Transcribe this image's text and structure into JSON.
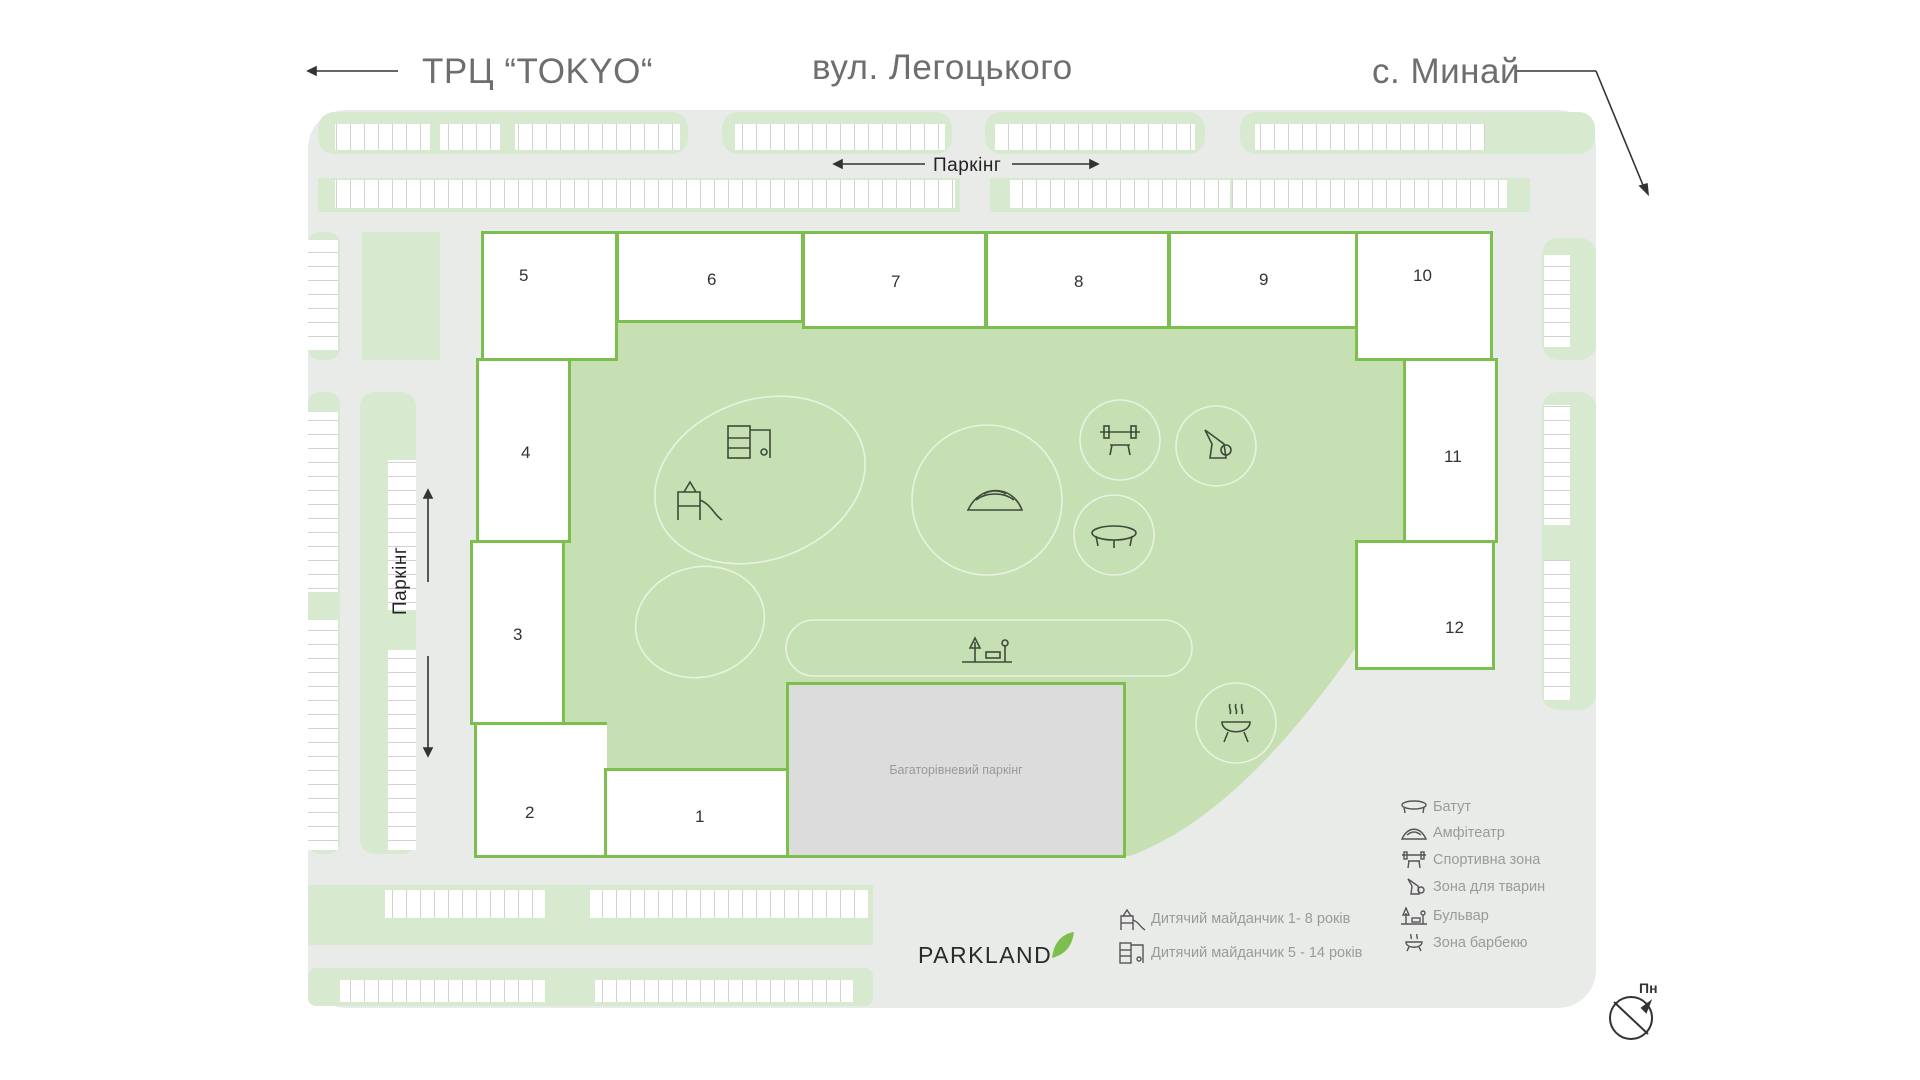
{
  "streets": {
    "top_left": "ТРЦ “TOKYO“",
    "top_center": "вул. Легоцького",
    "top_right": "с. Минай"
  },
  "parking_top": "Паркінг",
  "parking_left": "Паркінг",
  "buildings": [
    "1",
    "2",
    "3",
    "4",
    "5",
    "6",
    "7",
    "8",
    "9",
    "10",
    "11",
    "12"
  ],
  "multilevel_parking": "Багаторівневий паркінг",
  "logo": "PARKLAND",
  "compass": "Пн",
  "legend": {
    "right": [
      {
        "icon": "trampoline-icon",
        "label": "Батут"
      },
      {
        "icon": "amphitheater-icon",
        "label": "Амфітеатр"
      },
      {
        "icon": "sport-zone-icon",
        "label": "Спортивна зона"
      },
      {
        "icon": "pet-zone-icon",
        "label": "Зона для тварин"
      },
      {
        "icon": "boulevard-icon",
        "label": "Бульвар"
      },
      {
        "icon": "barbecue-icon",
        "label": "Зона барбекю"
      }
    ],
    "left": [
      {
        "icon": "playground-small-icon",
        "label": "Дитячий майданчик 1- 8 років"
      },
      {
        "icon": "playground-big-icon",
        "label": "Дитячий майданчик 5 - 14 років"
      }
    ]
  },
  "colors": {
    "green_light": "#c6e0b4",
    "green_pale": "#d7ead0",
    "green_outline": "#7cbf4e",
    "road_gray": "#e9ebe9",
    "multilevel_gray": "#dcdcdc"
  }
}
